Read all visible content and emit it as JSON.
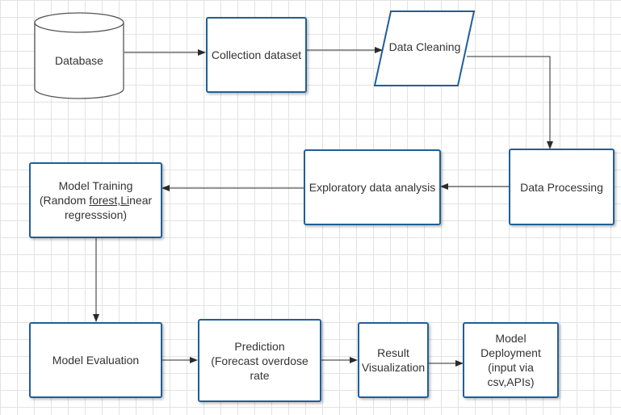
{
  "nodes": {
    "database": "Database",
    "collection": "Collection dataset",
    "cleaning": "Data Cleaning",
    "processing": "Data Processing",
    "eda": "Exploratory data analysis",
    "training": {
      "line1": "Model Training",
      "line2_prefix": "(Random ",
      "line2_underlined": "forest,Li",
      "line2_suffix": "near",
      "line3": "regresssion)"
    },
    "evaluation": "Model Evaluation",
    "prediction": {
      "line1": "Prediction",
      "line2": "(Forecast overdose rate"
    },
    "result": {
      "line1": "Result",
      "line2": "Visualization"
    },
    "deployment": {
      "line1": "Model Deployment",
      "line2": "(input via csv,APIs)"
    }
  },
  "colors": {
    "border": "#1f5f99",
    "arrow": "#2b2b2b",
    "text": "#333333",
    "grid": "#e3e3e3"
  }
}
